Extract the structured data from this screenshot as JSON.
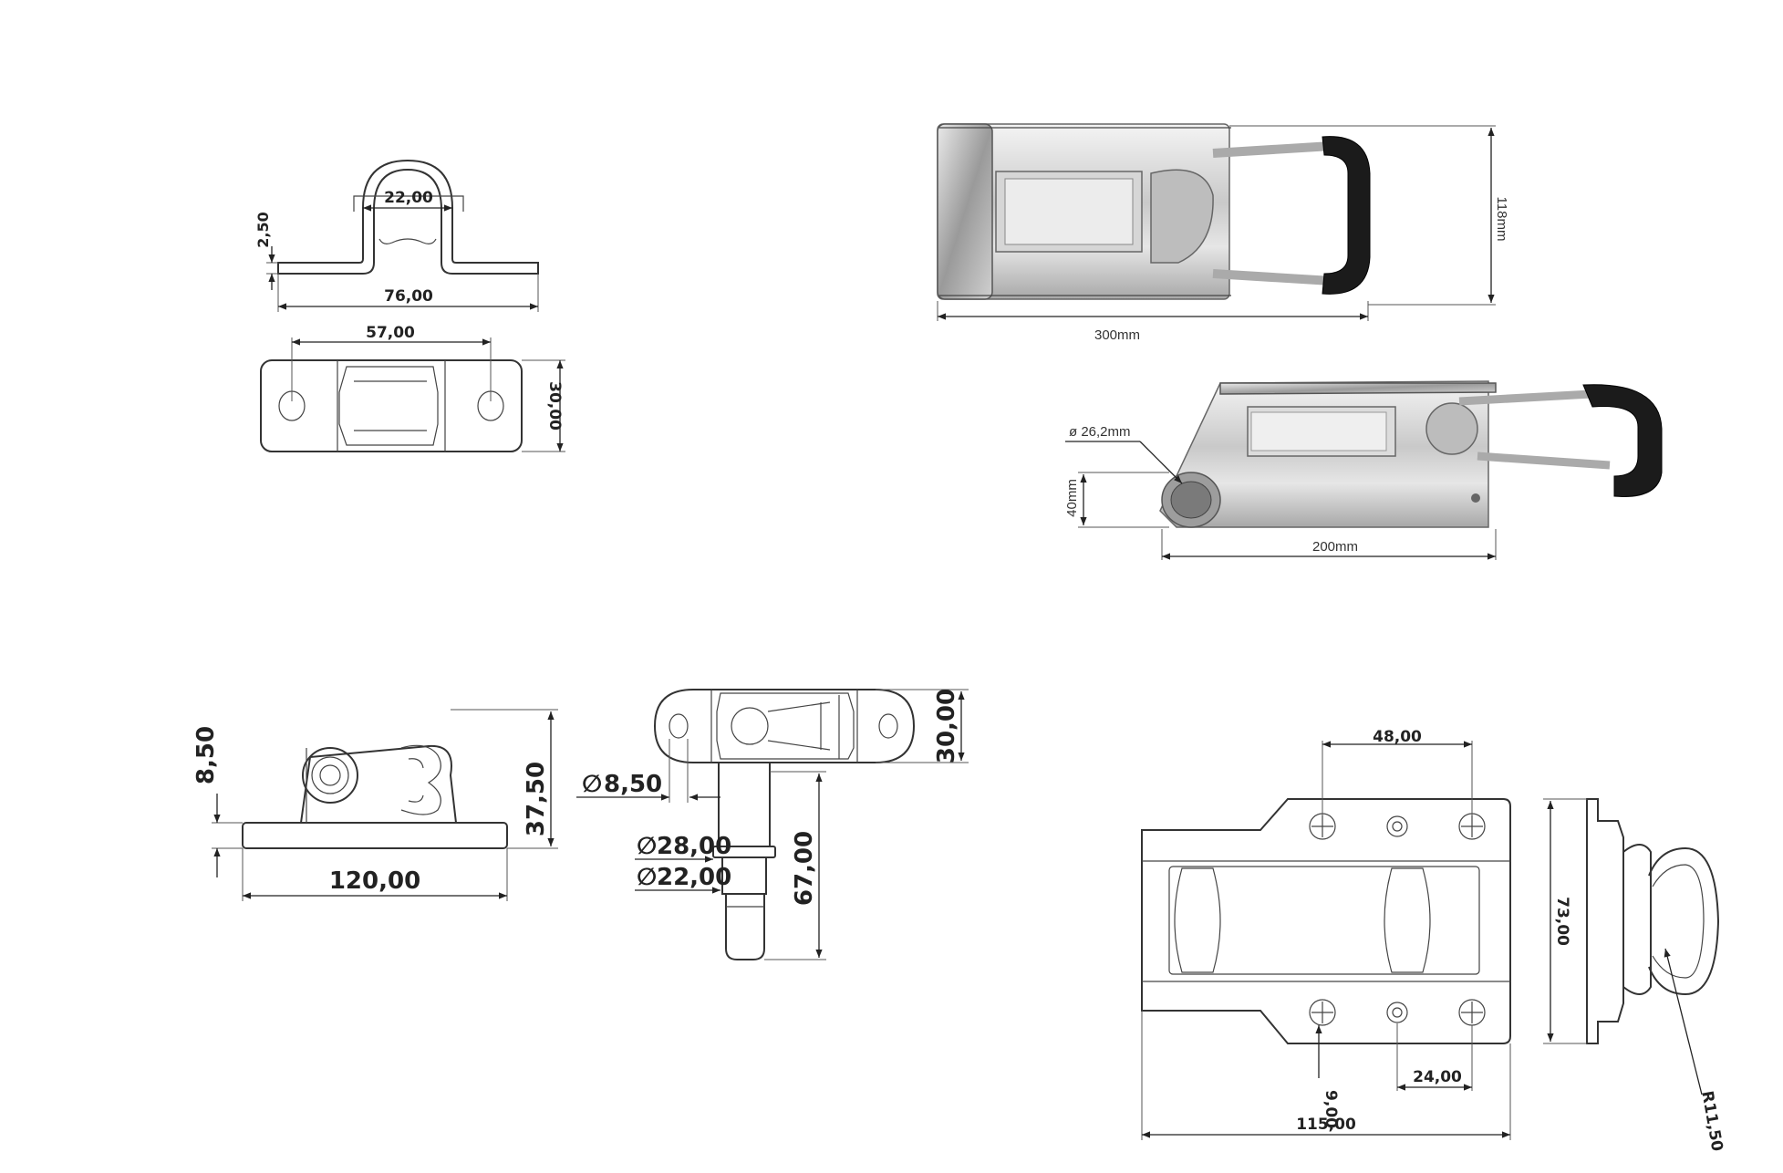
{
  "drawing_a": {
    "width": "22,00",
    "thickness": "2,50",
    "length": "76,00",
    "hole_spacing": "57,00",
    "depth": "30,00"
  },
  "photo_top": {
    "height": "118mm",
    "length": "300mm"
  },
  "photo_side": {
    "diameter": "ø 26,2mm",
    "height": "40mm",
    "length": "200mm"
  },
  "drawing_b": {
    "offset": "8,50",
    "height": "37,50",
    "length": "120,00",
    "hole_dia": "8,50",
    "width": "30,00",
    "pin_dia_1": "28,00",
    "pin_dia_2": "22,00",
    "pin_length": "67,00",
    "dia_symbol": "∅"
  },
  "drawing_c": {
    "hole_spacing": "48,00",
    "height": "73,00",
    "hole_dia": "9,00",
    "small_spacing": "24,00",
    "length": "115,00",
    "radius": "R11,50"
  }
}
